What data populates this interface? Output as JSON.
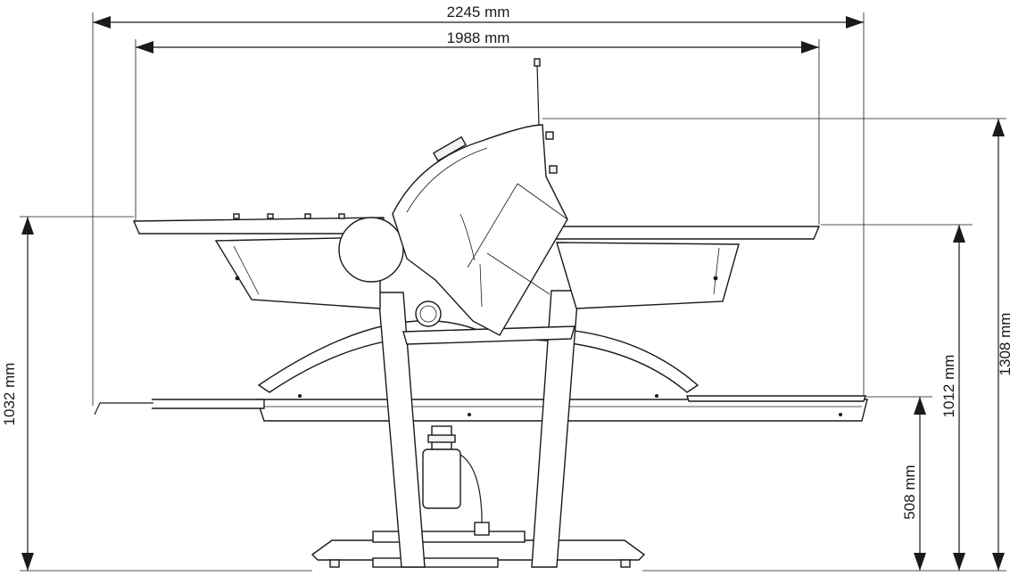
{
  "diagram": {
    "dimensions": {
      "overall_width": "2245 mm",
      "table_width": "1988 mm",
      "total_height": "1308 mm",
      "height_to_table_left": "1032 mm",
      "height_to_table_right": "1012 mm",
      "height_to_shelf": "508 mm"
    }
  }
}
